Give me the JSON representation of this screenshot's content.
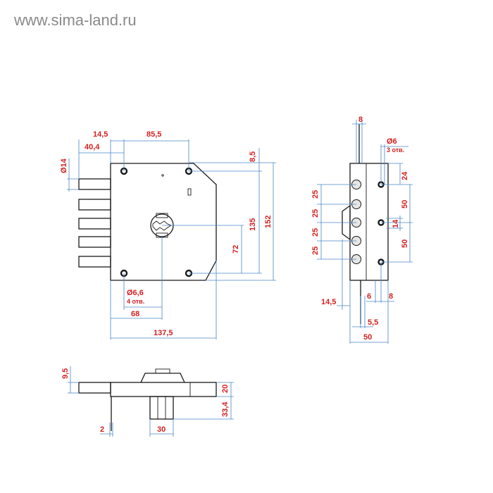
{
  "watermark": "www.sima-land.ru",
  "colors": {
    "dimension_line": "#4a86c8",
    "label": "#d42020",
    "outline": "#1a1a1a"
  },
  "front_view": {
    "dim_14_5": "14,5",
    "dim_40_4": "40,4",
    "dim_85_5": "85,5",
    "dim_8_5": "8,5",
    "dim_135": "135",
    "dim_152": "152",
    "dim_72": "72",
    "dim_d14": "Ø14",
    "dim_d6_6": "Ø6,6",
    "dim_4holes": "4 отв.",
    "dim_68": "68",
    "dim_137_5": "137,5"
  },
  "side_view": {
    "dim_8": "8",
    "dim_d6": "Ø6",
    "dim_3holes": "3 отв.",
    "dim_24": "24",
    "dim_25_1": "25",
    "dim_25_2": "25",
    "dim_25_3": "25",
    "dim_25_4": "25",
    "dim_50_top": "50",
    "dim_14": "14",
    "dim_50_bottom": "50",
    "dim_14_5": "14,5",
    "dim_6": "6",
    "dim_8_bottom": "8",
    "dim_5_5": "5,5",
    "dim_50_width": "50"
  },
  "bottom_view": {
    "dim_9_5": "9,5",
    "dim_20": "20",
    "dim_33_4": "33,4",
    "dim_2": "2",
    "dim_30": "30"
  }
}
